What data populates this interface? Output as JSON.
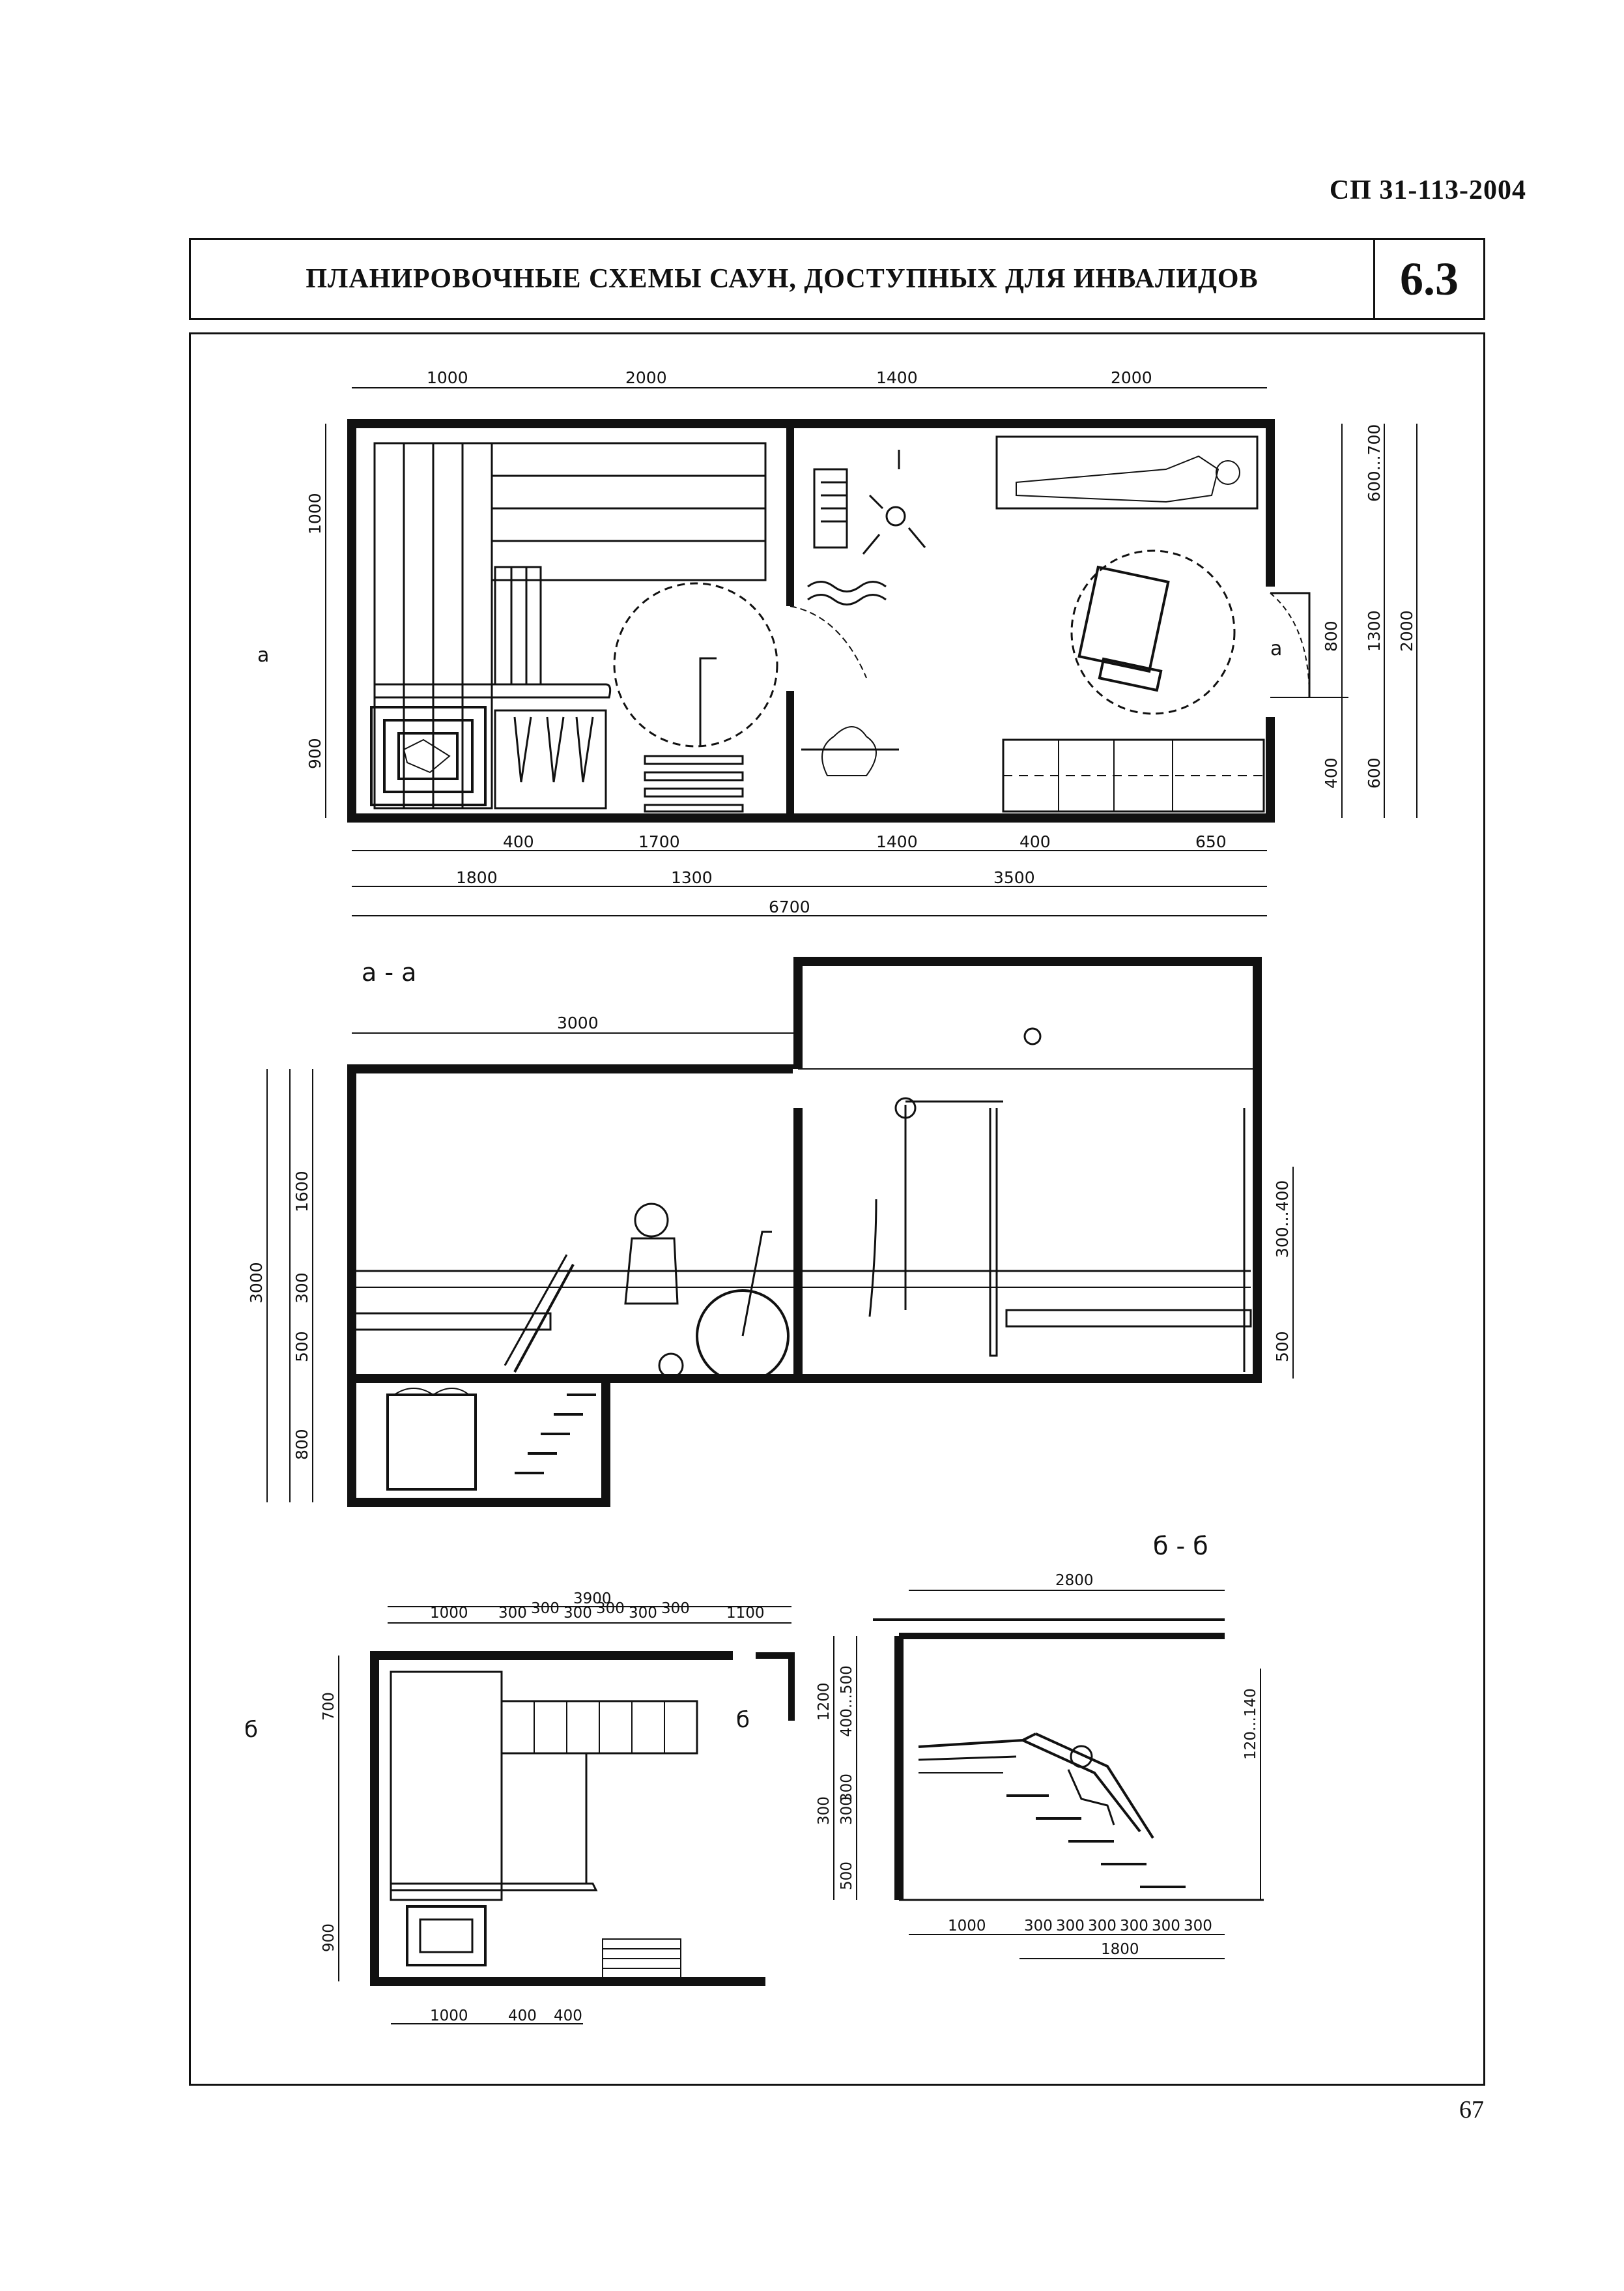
{
  "header": {
    "doc_code": "СП 31-113-2004",
    "title": "ПЛАНИРОВОЧНЫЕ СХЕМЫ САУН, ДОСТУПНЫХ ДЛЯ ИНВАЛИДОВ",
    "section_number": "6.3"
  },
  "footer": {
    "page_number": "67"
  },
  "plan_main": {
    "top_dims": [
      "1000",
      "2000",
      "1400",
      "2000"
    ],
    "bottom_dims_row1": [
      "400",
      "1700",
      "1400",
      "400",
      "650"
    ],
    "bottom_dims_row2": [
      "1800",
      "1300",
      "3500"
    ],
    "bottom_total": "6700",
    "left_dims": [
      "1000",
      "900"
    ],
    "right_dims_inner": [
      "600...700",
      "800",
      "400"
    ],
    "right_dims_mid": [
      "1300",
      "600"
    ],
    "right_dims_outer": "2000",
    "section_mark": "а"
  },
  "section_aa": {
    "label": "а - а",
    "top_dim": "3000",
    "left_dims_outer": "3000",
    "left_dims_inner": [
      "1600",
      "300",
      "500",
      "800"
    ],
    "right_dims": [
      "300...400",
      "500"
    ]
  },
  "plan_small": {
    "top_total": "3900",
    "top_dims": [
      "1000",
      "300",
      "300",
      "300",
      "300",
      "300",
      "300",
      "1100"
    ],
    "left_dims": [
      "700",
      "900"
    ],
    "bottom_dims": [
      "1000",
      "400",
      "400"
    ],
    "section_mark": "б"
  },
  "section_bb": {
    "label": "б - б",
    "top_dim": "2800",
    "left_dims": [
      "1200",
      "400...500",
      "300",
      "300",
      "300",
      "500"
    ],
    "right_dim": "120...140",
    "bottom_dims": [
      "1000",
      "300",
      "300",
      "300",
      "300",
      "300",
      "300"
    ],
    "bottom_total": "1800"
  }
}
